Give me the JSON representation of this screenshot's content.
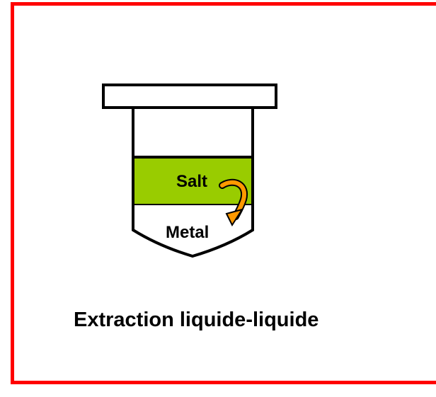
{
  "diagram": {
    "salt_label": "Salt",
    "metal_label": "Metal",
    "caption": "Extraction liquide-liquide"
  },
  "colors": {
    "frame": "#ff0000",
    "salt_layer": "#99cc00",
    "arrow": "#ff9900",
    "outline": "#000000"
  }
}
